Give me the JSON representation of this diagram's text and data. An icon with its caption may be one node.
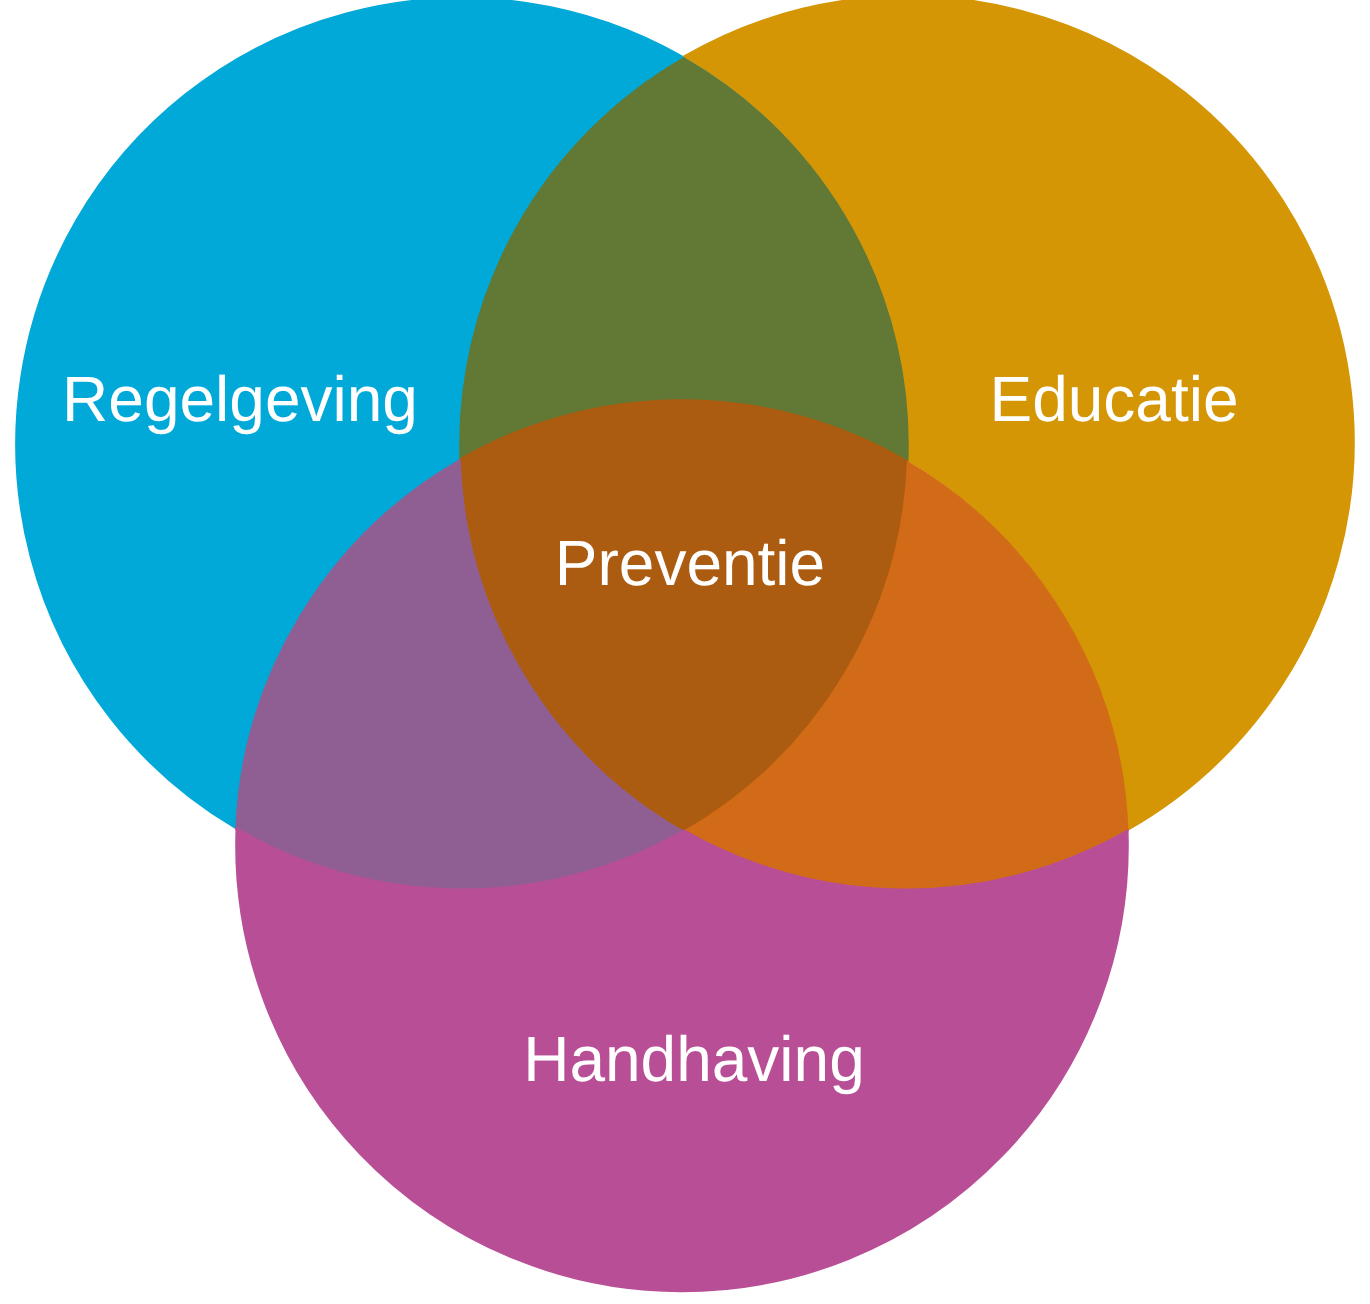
{
  "diagram": {
    "nodes": [
      {
        "text": [
          "Regelgeving"
        ]
      },
      {
        "text": [
          "Educatie"
        ]
      },
      {
        "text": [],
        "shape": "lens"
      },
      {
        "text": [
          "Preventie"
        ]
      },
      {
        "text": [],
        "shape": "lens"
      },
      {
        "text": [],
        "shape": "lens"
      },
      {
        "text": [
          "Handhaving"
        ]
      }
    ]
  }
}
